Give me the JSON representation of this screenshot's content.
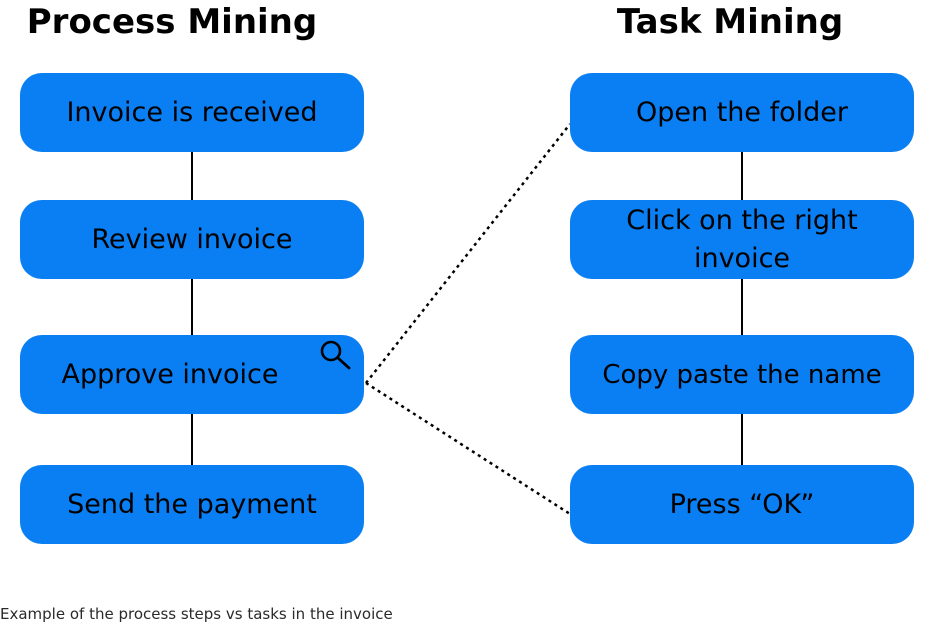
{
  "headings": {
    "left": "Process Mining",
    "right": "Task Mining"
  },
  "process_steps": [
    {
      "label": "Invoice is received"
    },
    {
      "label": "Review invoice"
    },
    {
      "label": "Approve invoice"
    },
    {
      "label": "Send the payment"
    }
  ],
  "task_steps": [
    {
      "label": "Open the folder"
    },
    {
      "label": "Click on the right invoice"
    },
    {
      "label": "Copy paste the name"
    },
    {
      "label": "Press “OK”"
    }
  ],
  "caption": "Example of the process steps vs tasks in the invoice",
  "colors": {
    "box_fill": "#0a7ef3",
    "text": "#000000",
    "connector": "#000000"
  },
  "icons": {
    "magnifier": "search-icon"
  }
}
